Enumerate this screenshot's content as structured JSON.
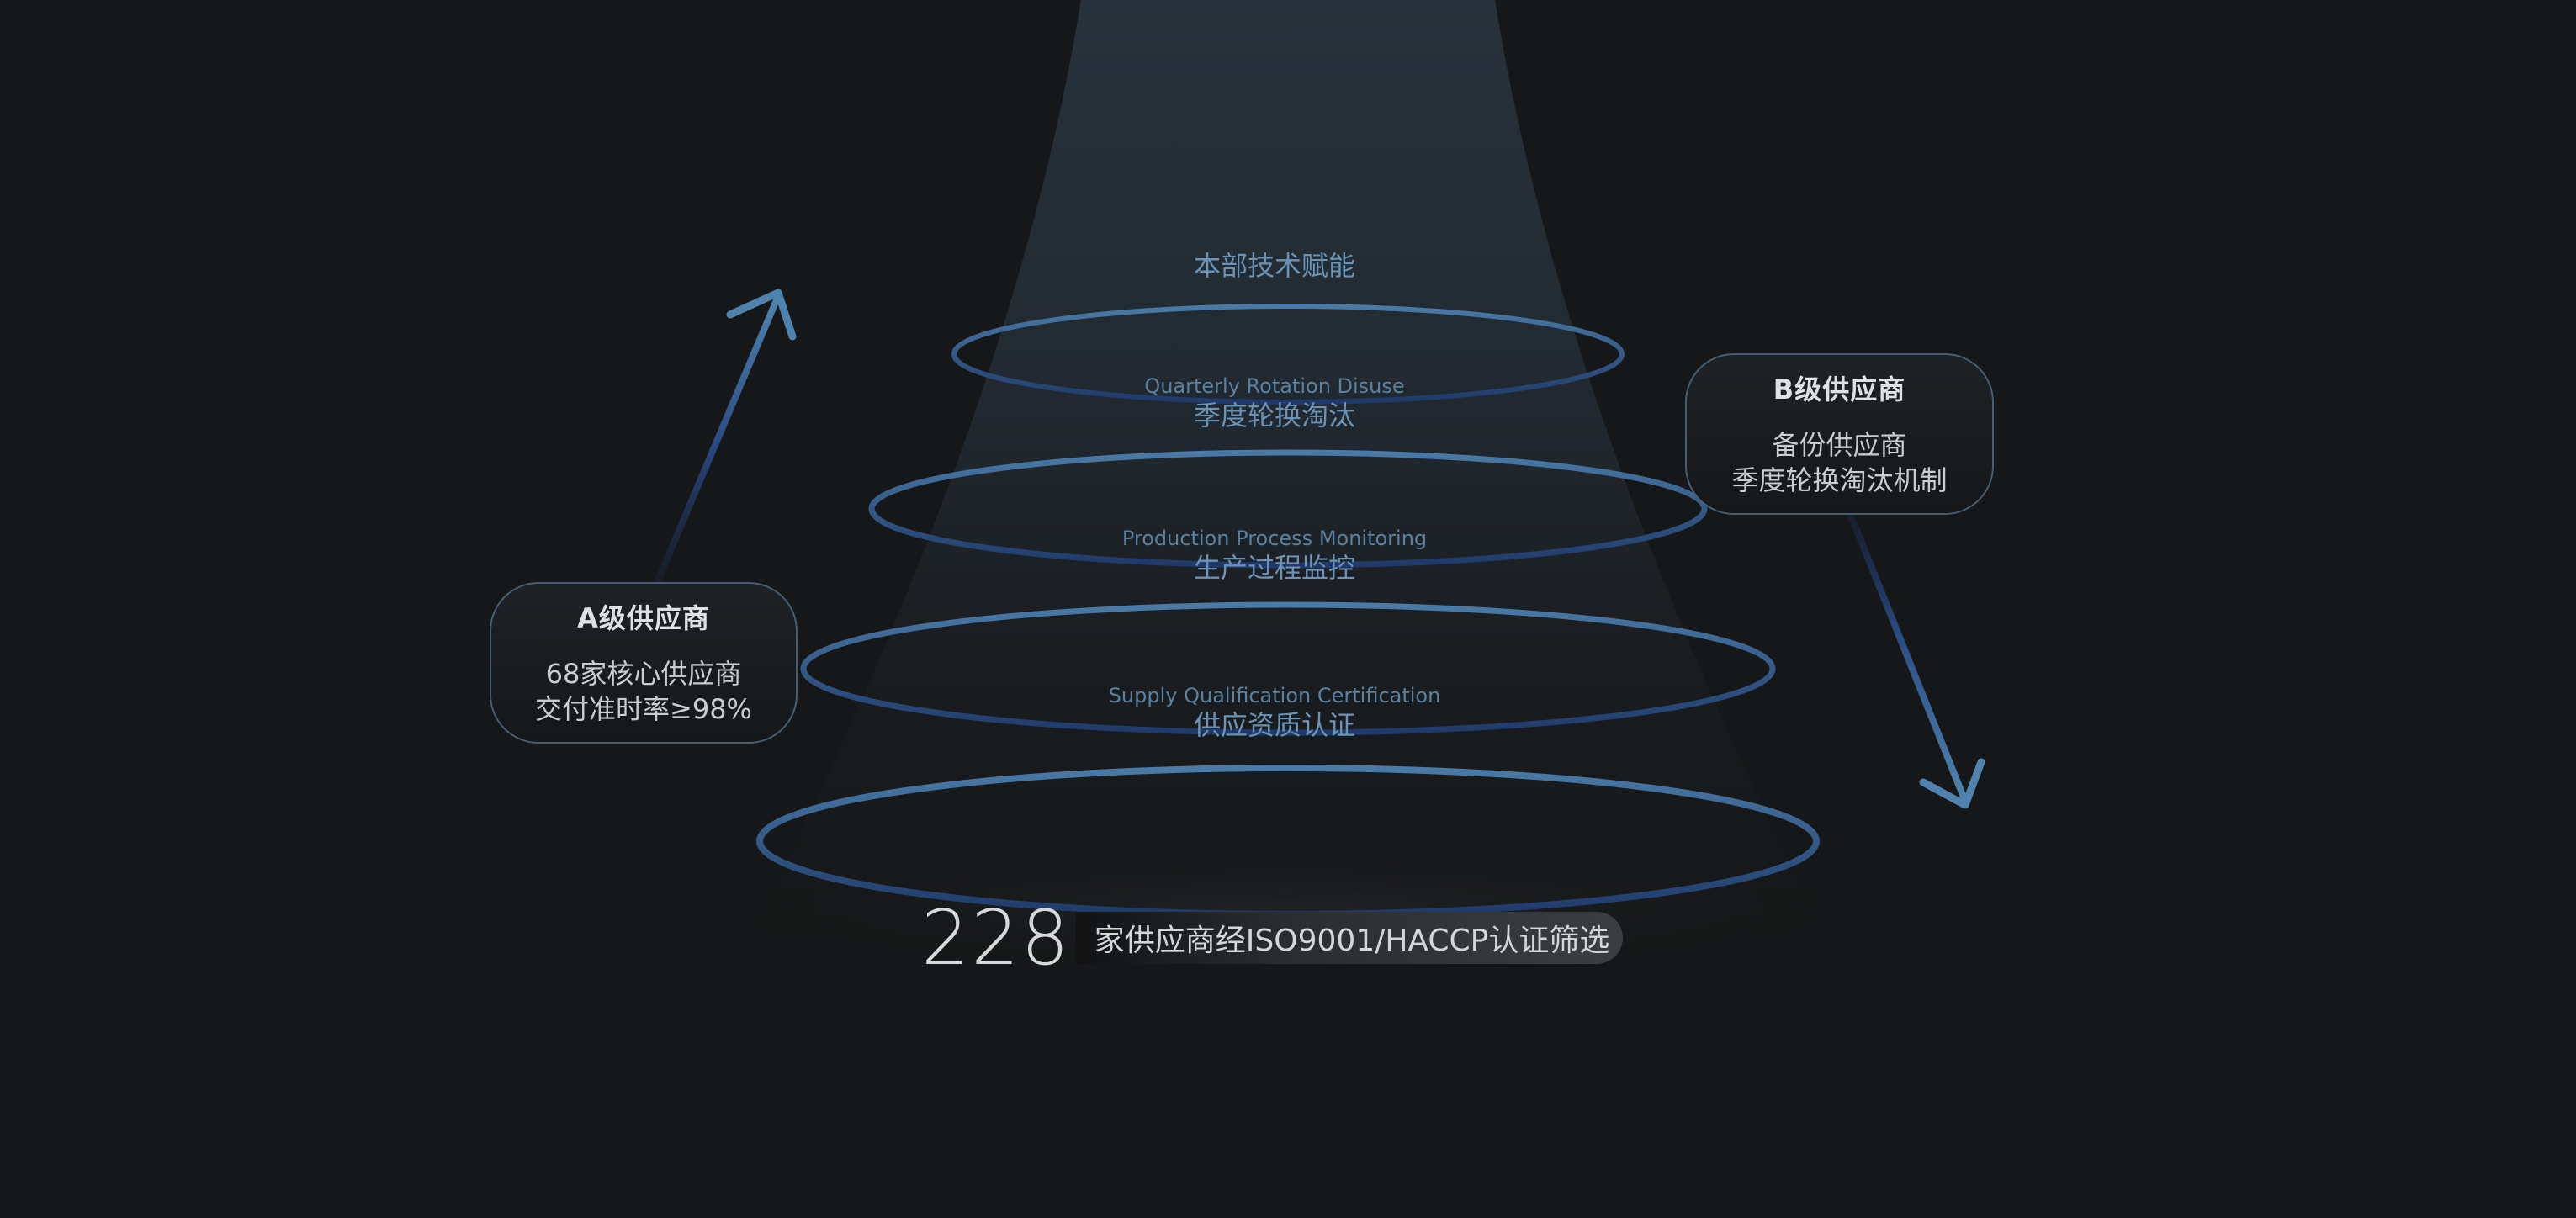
{
  "card_a": {
    "title": "A级供应商",
    "line1": "68家核心供应商",
    "line2": "交付准时率≥98%"
  },
  "card_b": {
    "title": "B级供应商",
    "line1": "备份供应商",
    "line2": "季度轮换淘汰机制"
  },
  "rings": [
    {
      "en": "",
      "zh": "本部技术赋能"
    },
    {
      "en": "Quarterly Rotation Disuse",
      "zh": "季度轮换淘汰"
    },
    {
      "en": "Production Process Monitoring",
      "zh": "生产过程监控"
    },
    {
      "en": "Supply Qualification Certification",
      "zh": "供应资质认证"
    }
  ],
  "bottom": {
    "count": "228",
    "text": "家供应商经ISO9001/HACCP认证筛选"
  },
  "colors": {
    "background": "#161718",
    "ring": "#3f6f9c",
    "arrow": "#4a7ba6",
    "label": "#6b93b6"
  }
}
